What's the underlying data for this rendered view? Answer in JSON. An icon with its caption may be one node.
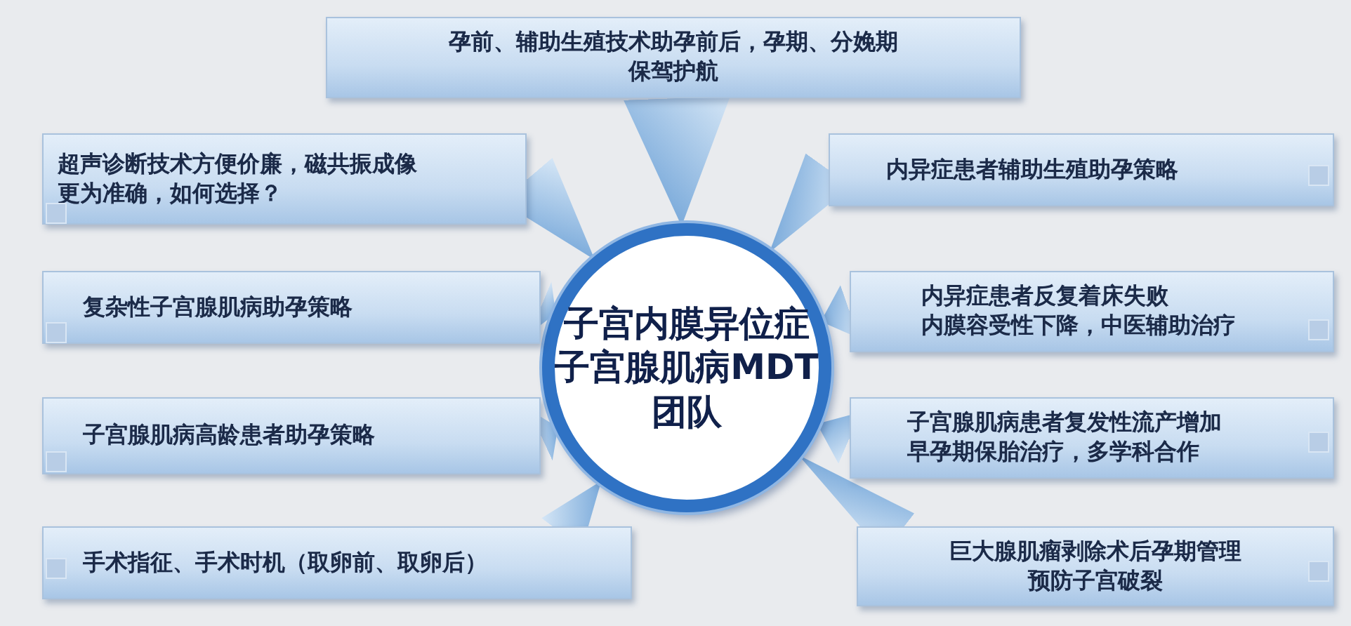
{
  "diagram": {
    "nodes": [
      {
        "text": [
          "子宫内膜异位症",
          "子宫腺肌病MDT",
          "团队"
        ]
      },
      {
        "text": [
          "孕前、辅助生殖技术助孕前后，孕期、分娩期保驾护航"
        ]
      },
      {
        "text": [
          "超声诊断技术方便价廉，磁共振成像更为准确，如何选择？"
        ]
      },
      {
        "text": [
          "内异症患者辅助生殖助孕策略"
        ]
      },
      {
        "text": [
          "复杂性子宫腺肌病助孕策略"
        ]
      },
      {
        "text": [
          "内异症患者反复着床失败",
          "内膜容受性下降，中医辅助治疗"
        ]
      },
      {
        "text": [
          "子宫腺肌病高龄患者助孕策略"
        ]
      },
      {
        "text": [
          "子宫腺肌病患者复发性流产增加早孕期保胎治疗，多学科合作"
        ]
      },
      {
        "text": [
          "手术指征、手术时机（取卵前、取卵后）"
        ]
      },
      {
        "text": [
          "巨大腺肌瘤剥除术后孕期管理预防子宫破裂"
        ]
      }
    ],
    "edges": [
      {
        "from": 1,
        "to": 0,
        "arrow": "to"
      },
      {
        "from": 2,
        "to": 0,
        "arrow": "to"
      },
      {
        "from": 3,
        "to": 0,
        "arrow": "to"
      },
      {
        "from": 4,
        "to": 0,
        "arrow": "to"
      },
      {
        "from": 5,
        "to": 0,
        "arrow": "to"
      },
      {
        "from": 6,
        "to": 0,
        "arrow": "to"
      },
      {
        "from": 7,
        "to": 0,
        "arrow": "to"
      },
      {
        "from": 8,
        "to": 0,
        "arrow": "to"
      },
      {
        "from": 9,
        "to": 0,
        "arrow": "to"
      }
    ]
  }
}
